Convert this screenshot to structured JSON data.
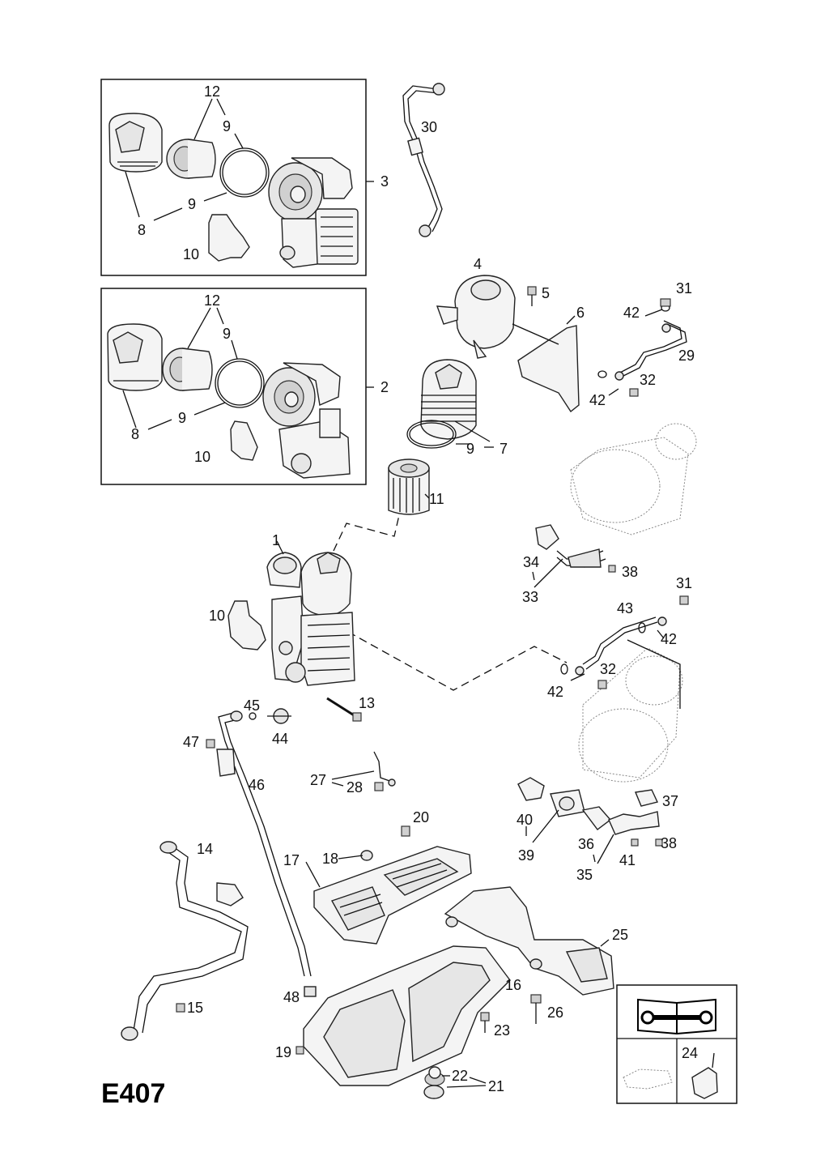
{
  "diagram_code": "E407",
  "callouts": [
    "1",
    "2",
    "3",
    "4",
    "5",
    "6",
    "7",
    "8",
    "9",
    "10",
    "11",
    "12",
    "13",
    "14",
    "15",
    "16",
    "17",
    "18",
    "19",
    "20",
    "21",
    "22",
    "23",
    "24",
    "25",
    "26",
    "27",
    "28",
    "29",
    "30",
    "31",
    "32",
    "33",
    "34",
    "35",
    "36",
    "37",
    "38",
    "39",
    "40",
    "41",
    "42",
    "43",
    "44",
    "45",
    "46",
    "47",
    "48"
  ],
  "icons": {
    "manual": "service-manual-wrench-icon",
    "oil_pan": "oil-pan-outline-icon",
    "sealant": "sealant-tube-icon"
  }
}
